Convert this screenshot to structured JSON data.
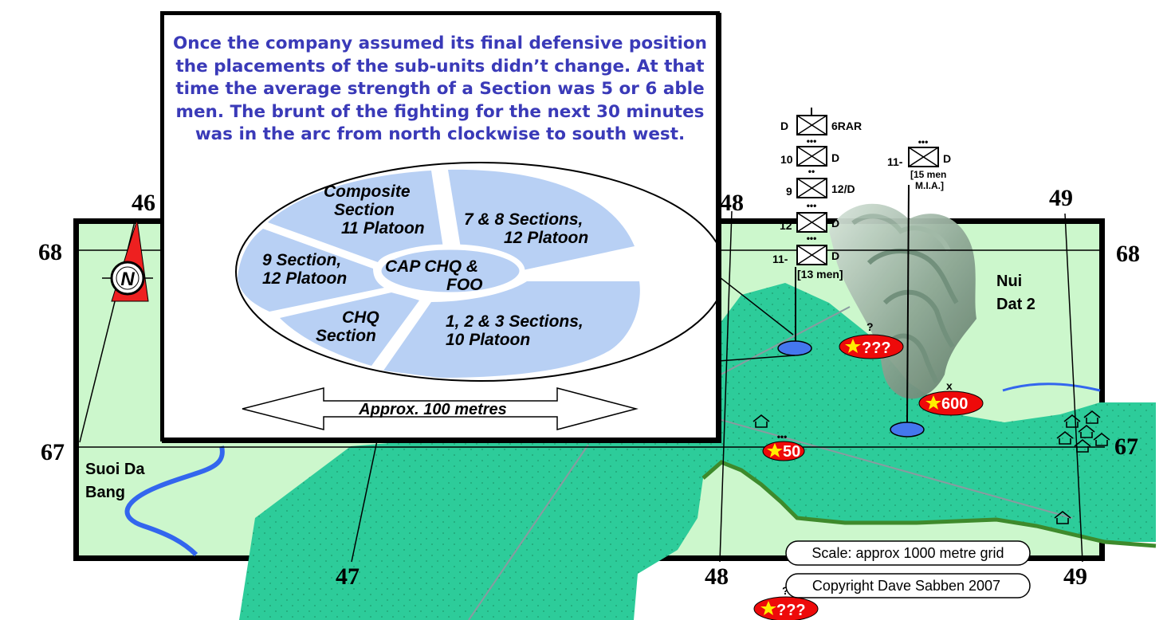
{
  "grid": {
    "easting_top": [
      "46",
      "48",
      "49"
    ],
    "easting_bottom": [
      "47",
      "48",
      "49"
    ],
    "northing_left": [
      "68",
      "67"
    ],
    "northing_right": [
      "68",
      "67"
    ]
  },
  "places": {
    "suoi_da_bang": [
      "Suoi Da",
      "Bang"
    ],
    "nui_dat_2": [
      "Nui",
      "Dat 2"
    ]
  },
  "compass": {
    "label": "N"
  },
  "unit_symbols": [
    {
      "left": "D",
      "right": "6RAR",
      "dots": "•••"
    },
    {
      "left": "10",
      "right": "D",
      "dots": "••"
    },
    {
      "left": "9",
      "right": "12/D",
      "dots": "•••"
    },
    {
      "left": "12",
      "right": "D",
      "dots": "•••"
    },
    {
      "left": "11-",
      "right": "D",
      "note": "[13 men]"
    }
  ],
  "mia_unit": {
    "left": "11-",
    "right": "D",
    "dots": "•••",
    "note_lines": [
      "[15 men",
      "M.I.A.]"
    ]
  },
  "enemy": [
    {
      "mark": "?",
      "label": "???"
    },
    {
      "mark": "x",
      "label": "600"
    },
    {
      "mark": "•••",
      "label": "50"
    },
    {
      "mark": "?",
      "label": "???"
    }
  ],
  "notes": {
    "scale": "Scale: approx 1000 metre grid",
    "copyright": "Copyright Dave Sabben 2007"
  },
  "inset": {
    "text_lines": [
      "Once the company assumed its final defensive position",
      "the placements of the sub-units didn’t change. At that",
      "time the average strength of a Section was 5 or 6 able",
      "men. The brunt of the fighting for the next 30 minutes",
      "was in the arc from north clockwise to south west."
    ],
    "sectors": {
      "composite": [
        "Composite",
        "Section",
        "11 Platoon"
      ],
      "sec78": [
        "7 & 8 Sections,",
        "12 Platoon"
      ],
      "sec9": [
        "9 Section,",
        "12 Platoon"
      ],
      "center": [
        "CAP  CHQ &",
        "FOO"
      ],
      "chq": [
        "CHQ",
        "Section"
      ],
      "sec123": [
        "1, 2 & 3 Sections,",
        "10 Platoon"
      ]
    },
    "scale_label": "Approx. 100 metres"
  },
  "colors": {
    "map_fill": "#ccf7cc",
    "jungle": "#2dcc9a",
    "river": "#3366ee",
    "enemy_red": "#ee0a0a",
    "position_blue": "#4477ee",
    "inset_text": "#3a3ab8",
    "sector_fill": "#b8d0f4"
  }
}
